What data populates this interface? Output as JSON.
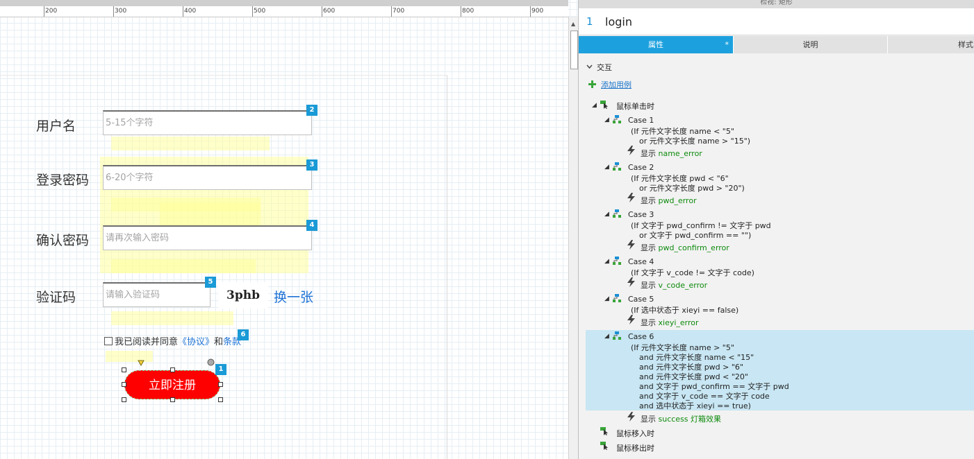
{
  "ruler": {
    "marks": [
      "200",
      "300",
      "400",
      "500",
      "600",
      "700",
      "800",
      "900"
    ]
  },
  "form": {
    "username_label": "用户名",
    "username_placeholder": "5-15个字符",
    "password_label": "登录密码",
    "password_placeholder": "6-20个字符",
    "confirm_label": "确认密码",
    "confirm_placeholder": "请再次输入密码",
    "captcha_label": "验证码",
    "captcha_placeholder": "请输入验证码",
    "captcha_code": "3phb",
    "swap_label": "换一张",
    "agree_prefix": "我已阅读并同意",
    "agree_link1": "《协议》",
    "agree_mid": "和",
    "agree_link2": "条款",
    "register_label": "立即注册",
    "badges": [
      "1",
      "2",
      "3",
      "4",
      "5",
      "6"
    ]
  },
  "panel": {
    "title": "检视: 矩形",
    "widget_number": "1",
    "widget_name": "login",
    "tabs": [
      "属性",
      "说明",
      "样式"
    ],
    "tab_modified_mark": "*",
    "section_label": "交互",
    "add_case_label": "添加用例",
    "event_click": "鼠标单击时",
    "event_mouseenter": "鼠标移入时",
    "event_mouseleave": "鼠标移出时",
    "show_label": "显示",
    "cases": [
      {
        "name": "Case 1",
        "cond": [
          "(If 元件文字长度 name < \"5\"",
          "or 元件文字长度 name > \"15\")"
        ],
        "target": "name_error"
      },
      {
        "name": "Case 2",
        "cond": [
          "(If 元件文字长度 pwd < \"6\"",
          "or 元件文字长度 pwd > \"20\")"
        ],
        "target": "pwd_error"
      },
      {
        "name": "Case 3",
        "cond": [
          "(If 文字于 pwd_confirm != 文字于 pwd",
          "or 文字于 pwd_confirm == \"\")"
        ],
        "target": "pwd_confirm_error"
      },
      {
        "name": "Case 4",
        "cond": [
          "(If 文字于 v_code != 文字于 code)"
        ],
        "target": "v_code_error"
      },
      {
        "name": "Case 5",
        "cond": [
          "(If 选中状态于 xieyi == false)"
        ],
        "target": "xieyi_error"
      },
      {
        "name": "Case 6",
        "cond": [
          "(If 元件文字长度 name > \"5\"",
          "and 元件文字长度 name < \"15\"",
          "and 元件文字长度 pwd > \"6\"",
          "and 元件文字长度 pwd < \"20\"",
          "and 文字于 pwd_confirm == 文字于 pwd",
          "and 文字于 v_code == 文字于 code",
          "and 选中状态于 xieyi == true)"
        ],
        "target": "success 灯箱效果"
      }
    ]
  },
  "colors": {
    "accent": "#1da1de",
    "register_button": "#ff0000",
    "highlight": "#ffff9c",
    "link": "#1e73d6",
    "target_green": "#0d8a0d",
    "selected_case": "#c8e6f3"
  }
}
